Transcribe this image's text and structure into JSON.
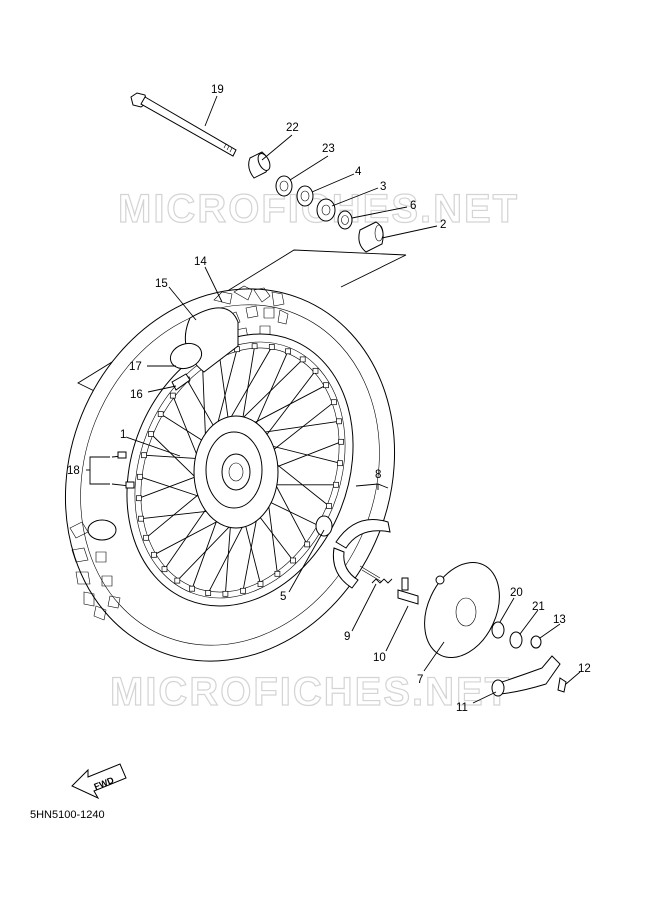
{
  "diagram": {
    "watermarks": [
      "MICROFICHES.NET",
      "MICROFICHES.NET"
    ],
    "callouts": [
      "1",
      "2",
      "3",
      "4",
      "5",
      "6",
      "7",
      "8",
      "9",
      "10",
      "11",
      "12",
      "13",
      "14",
      "15",
      "16",
      "17",
      "18",
      "19",
      "20",
      "21",
      "22",
      "23"
    ],
    "fwd_label": "FWD",
    "diagram_code": "5HN5100-1240"
  }
}
